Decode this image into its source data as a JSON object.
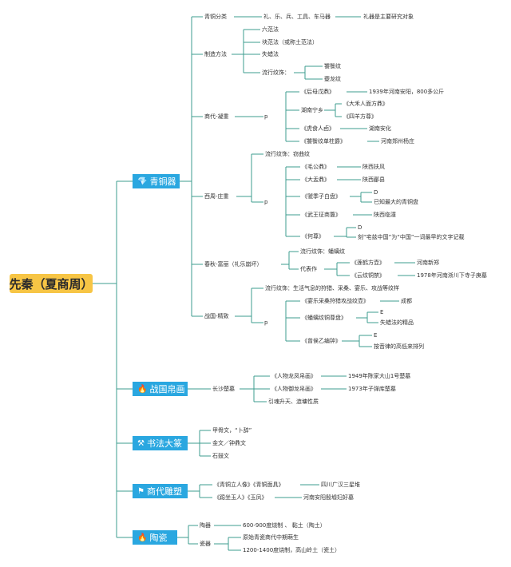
{
  "root": "先秦（夏商周）",
  "branches": {
    "bronze": {
      "label": "青铜器",
      "icon": "diamond-icon"
    },
    "silk": {
      "label": "战国帛画",
      "icon": "flame-icon"
    },
    "calligraphy": {
      "label": "书法大篆",
      "icon": "hammer-icon"
    },
    "sculpture": {
      "label": "商代雕塑",
      "icon": "flag-icon"
    },
    "ceramics": {
      "label": "陶瓷",
      "icon": "flame-icon"
    }
  },
  "bronze": {
    "cls": {
      "label": "青铜分类",
      "items": "礼、乐、兵、工具、车马器",
      "note": "礼器是主要研究对象"
    },
    "method": {
      "label": "制造方法",
      "a": "六范法",
      "b": "块范法（或称土范法）",
      "c": "失蜡法",
      "pattern": "流行纹饰：",
      "p1": "饕餮纹",
      "p2": "夔龙纹"
    },
    "shang": {
      "label": "商代-凝重",
      "p": "p",
      "simuwu": "《后母戊鼎》",
      "simuwu_note": "1939年河南安阳，800多公斤",
      "ningxiang": "湖南宁乡",
      "daheren": "《大禾人面方鼎》",
      "siyang": "《四羊方尊》",
      "hushi": "《虎食人卣》",
      "hushi_note": "湖南安化",
      "taotie": "《饕餮纹单柱爵》",
      "taotie_note": "河南郑州杨庄"
    },
    "west": {
      "label": "西周-庄重",
      "pattern": "流行纹饰：窃曲纹",
      "p": "p",
      "maogong": "《毛公鼎》",
      "maogong_note": "陕西扶风",
      "dayu": "《大盂鼎》",
      "dayu_note": "陕西郿县",
      "guoji": "《虢季子白盘》",
      "guoji_d": "D",
      "guoji_note": "已知最大的青铜盘",
      "wuwang": "《武王征商簋》",
      "wuwang_note": "陕西临潼",
      "hezun": "《何尊》",
      "hezun_d": "D",
      "hezun_note": "刻“宅兹中国”为“中国”一词最早的文字记载"
    },
    "spring": {
      "label": "春秋-富丽（礼乐崩坏）",
      "pattern": "流行纹饰：蟠螭纹",
      "rep": "代表作",
      "lianhe": "《莲鹤方壶》",
      "lianhe_note": "河南新郑",
      "yunwen": "《云纹铜禁》",
      "yunwen_note": "1978年河南淅川下寺子庚墓"
    },
    "warring": {
      "label": "战国-精致",
      "pattern": "流行纹饰：生活气息的狩猎、采桑、宴乐、攻战等纹样",
      "p": "p",
      "yanle": "《宴乐采桑狩猎攻战纹壶》",
      "yanle_note": "成都",
      "panchi": "《蟠螭纹铜尊盘》",
      "panchi_e": "E",
      "panchi_note": "失蜡法的精品",
      "zenghou": "《曾侯乙编钟》",
      "zenghou_e": "E",
      "zenghou_note": "按音律的高低来排列"
    }
  },
  "silk": {
    "label": "长沙楚墓",
    "a": "《人物龙凤帛画》",
    "a_note": "1949年陈家大山1号楚墓",
    "b": "《人物御龙帛画》",
    "b_note": "1973年子弹库楚墓",
    "c": "引魂升天、涟墉性质"
  },
  "calligraphy": {
    "a": "甲骨文，“卜辞”",
    "b": "金文／钟鼎文",
    "c": "石鼓文"
  },
  "sculpture": {
    "a": "《青铜立人像》《青铜面具》",
    "a_note": "四川广汉三星堆",
    "b": "《跽坐玉人》《玉凤》",
    "b_note": "河南安阳殷墟妇好墓"
  },
  "ceramics": {
    "pottery": "陶器",
    "pottery_note": "600-900度烧制 、 黏土（陶土）",
    "porcelain": "瓷器",
    "por_a": "原始青瓷商代中期萌生",
    "por_b": "1200-1400度烧制，高山岭土（瓷土）"
  }
}
